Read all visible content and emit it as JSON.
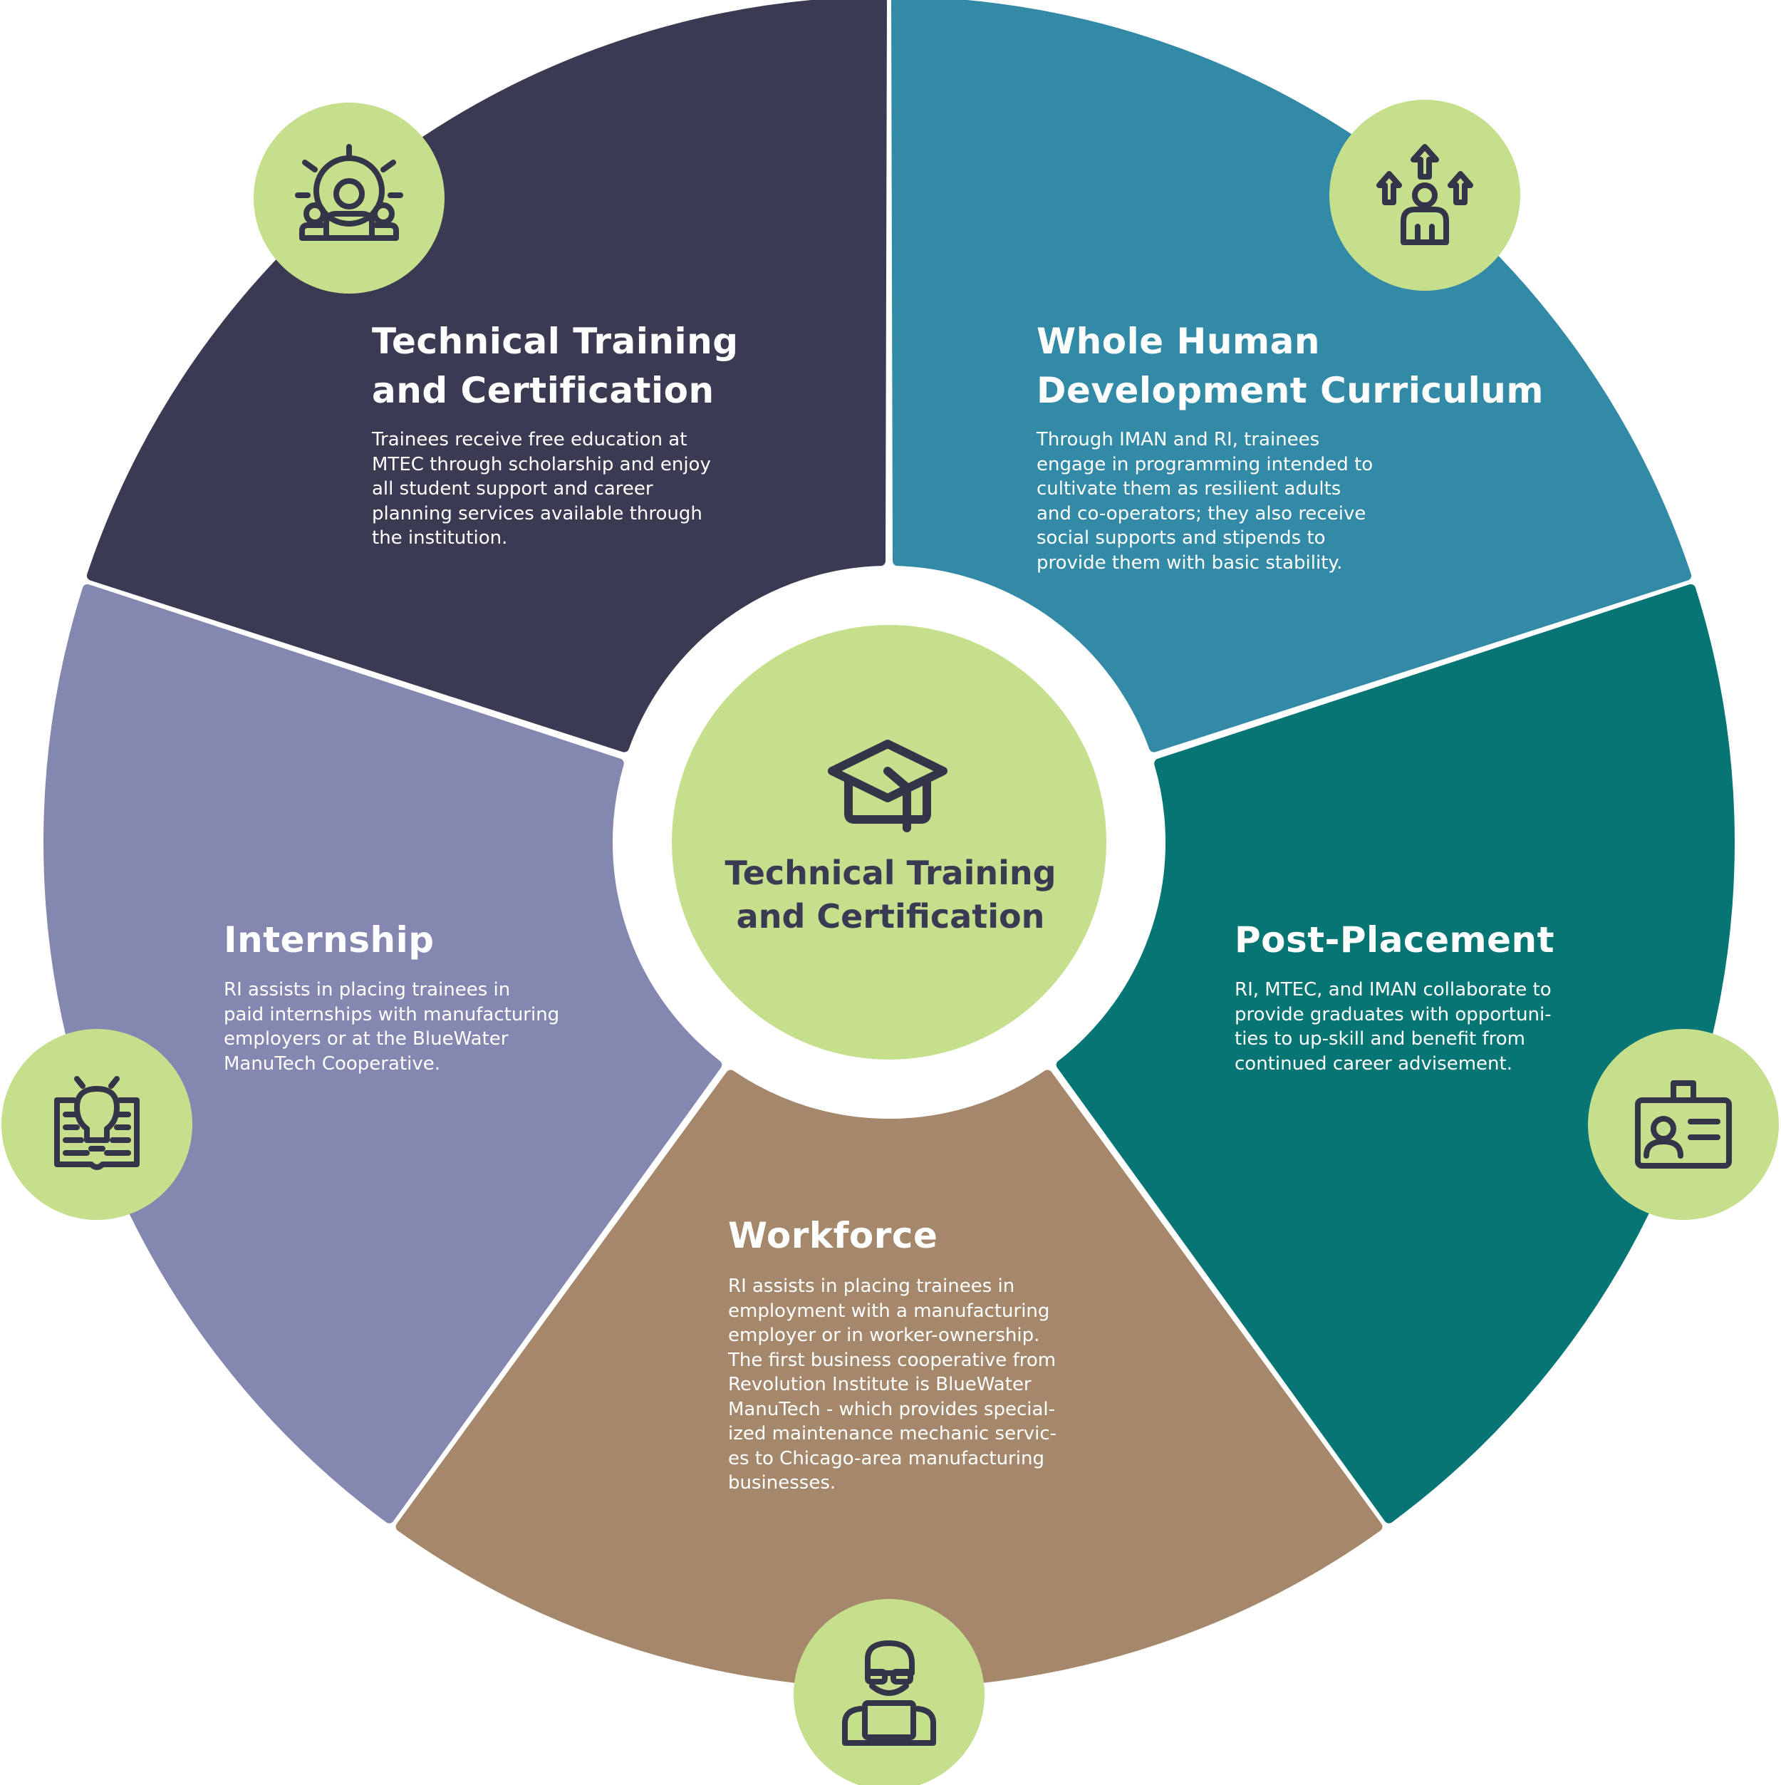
{
  "colors": {
    "background": "#ffffff",
    "accent_green": "#c5df8d",
    "icon_stroke": "#343548"
  },
  "hub": {
    "title_lines": [
      "Technical Training",
      "and Certification"
    ],
    "icon": "graduation-cap-icon"
  },
  "segments": [
    {
      "id": "technical-training",
      "color": "#3a3b52",
      "icon": "people-gear-icon",
      "title_lines": [
        "Technical Training",
        "and Certification"
      ],
      "body": "Trainees receive free education at\nMTEC through scholarship and enjoy\nall student support and career\nplanning services available through\nthe institution."
    },
    {
      "id": "whole-human",
      "color": "#338aa7",
      "icon": "person-growth-arrows-icon",
      "title_lines": [
        "Whole Human",
        "Development Curriculum"
      ],
      "body": "Through IMAN and RI, trainees\nengage in programming intended to\ncultivate them as resilient adults\nand co-operators; they also receive\nsocial supports and stipends to\nprovide them with basic stability."
    },
    {
      "id": "post-placement",
      "color": "#087575",
      "icon": "id-badge-icon",
      "title_lines": [
        "Post-Placement"
      ],
      "body": "RI, MTEC, and IMAN collaborate to\nprovide graduates with opportuni-\nties to up-skill and benefit from\ncontinued career advisement."
    },
    {
      "id": "workforce",
      "color": "#a5886b",
      "icon": "worker-laptop-icon",
      "title_lines": [
        "Workforce"
      ],
      "body": "RI assists in placing trainees in\nemployment with a manufacturing\nemployer or in worker-ownership.\nThe first business cooperative from\nRevolution Institute is BlueWater\nManuTech - which provides special-\nized maintenance mechanic servic-\nes to Chicago-area manufacturing\nbusinesses."
    },
    {
      "id": "internship",
      "color": "#8488b0",
      "icon": "book-lightbulb-icon",
      "title_lines": [
        "Internship"
      ],
      "body": "RI assists in placing trainees in\npaid internships with manufacturing\nemployers or at the BlueWater\nManuTech Cooperative."
    }
  ]
}
